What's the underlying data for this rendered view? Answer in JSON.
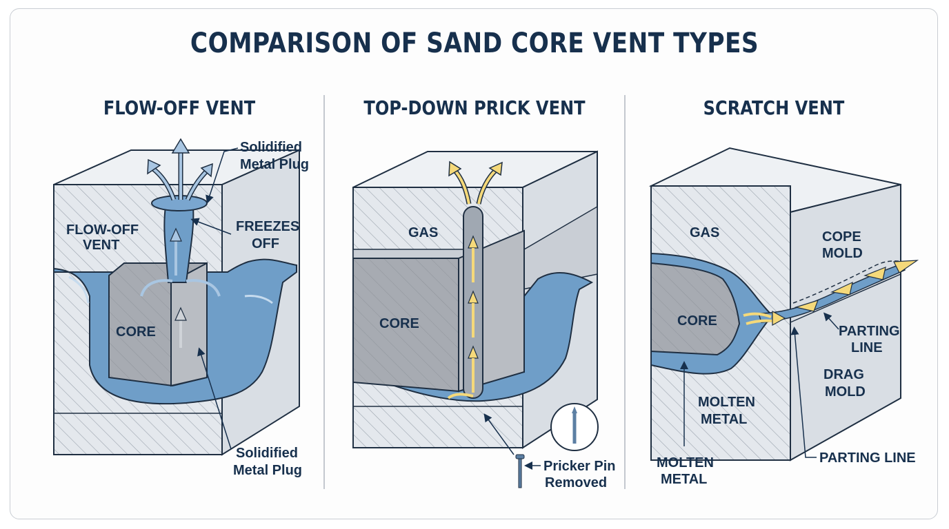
{
  "title": "COMPARISON OF SAND CORE VENT TYPES",
  "panels": [
    {
      "heading": "FLOW-OFF VENT",
      "labels": {
        "plug_top_1": "Solidified",
        "plug_top_2": "Metal Plug",
        "vent_1": "FLOW-OFF",
        "vent_2": "VENT",
        "freezes_1": "FREEZES",
        "freezes_2": "OFF",
        "core": "CORE",
        "plug_bottom_1": "Solidified",
        "plug_bottom_2": "Metal Plug"
      }
    },
    {
      "heading": "TOP-DOWN PRICK VENT",
      "labels": {
        "gas": "GAS",
        "core": "CORE",
        "pin_1": "Pricker Pin",
        "pin_2": "Removed"
      }
    },
    {
      "heading": "SCRATCH VENT",
      "labels": {
        "gas": "GAS",
        "cope_1": "COPE",
        "cope_2": "MOLD",
        "core": "CORE",
        "parting_1": "PARTING",
        "parting_2": "LINE",
        "drag_1": "DRAG",
        "drag_2": "MOLD",
        "molten_a_1": "MOLTEN",
        "molten_a_2": "METAL",
        "molten_b_1": "MOLTEN",
        "molten_b_2": "METAL",
        "parting_bottom": "PARTING LINE"
      }
    }
  ],
  "colors": {
    "title": "#17304d",
    "metal": "#6f9ec8",
    "sand": "#e3e7ec",
    "core": "#a9adb3",
    "arrow": "#f5d97a"
  }
}
